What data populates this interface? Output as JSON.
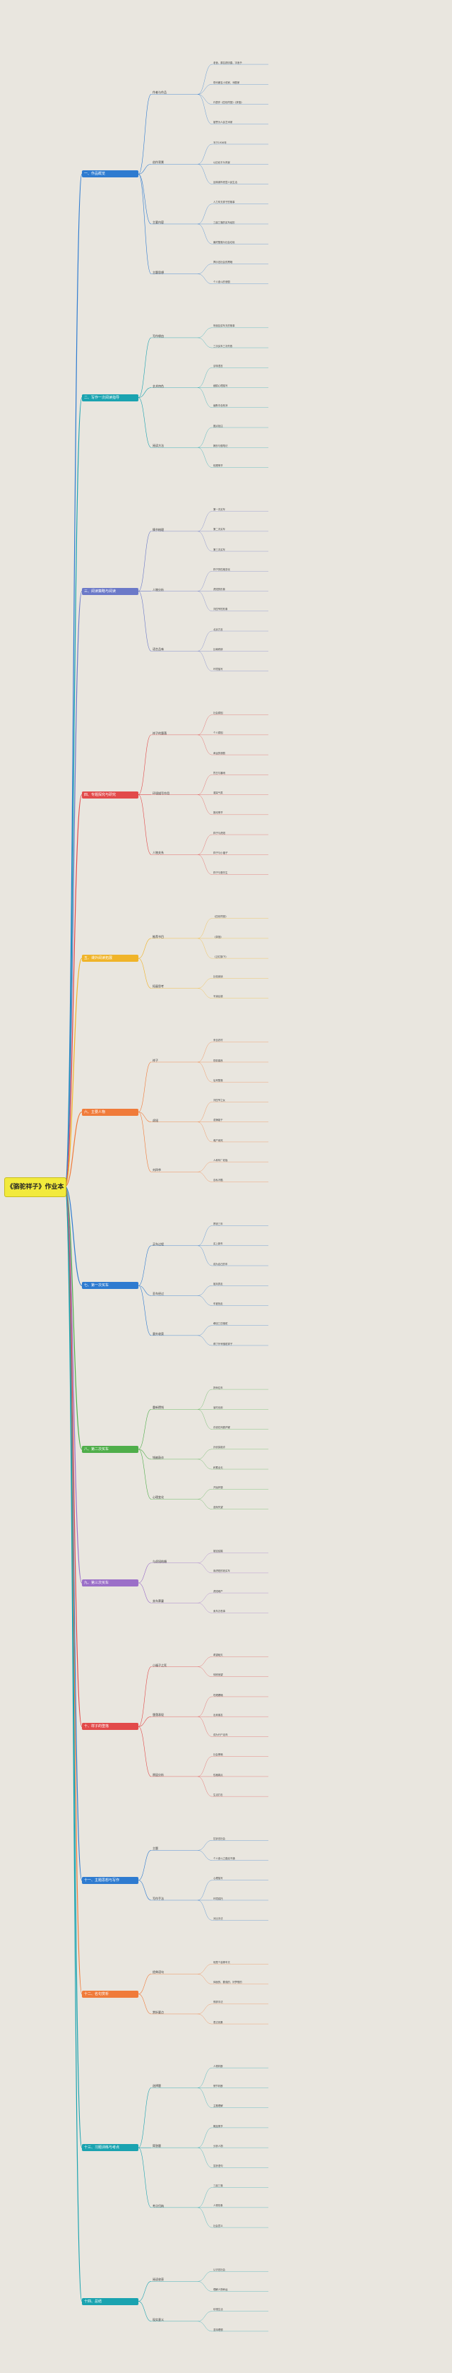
{
  "title": "《骆驼祥子》作业本",
  "colors": {
    "background": "#e9e6df",
    "root": "#f2ea3c",
    "branch_1": "#2e7bd0",
    "branch_2": "#1aa3b0",
    "branch_3": "#6b79c8",
    "branch_4": "#e24a4a",
    "branch_5": "#f0b429",
    "branch_6": "#f07b3a",
    "branch_7": "#2e7bd0",
    "branch_8": "#4fae4a",
    "branch_9": "#9b6fc8",
    "branch_10": "#e24a4a",
    "branch_11": "#2e7bd0",
    "branch_12": "#f07b3a",
    "branch_13": "#1aa3b0",
    "branch_14": "#1aa3b0"
  },
  "branches": [
    {
      "label": "一、作品概览",
      "sections": [
        {
          "label": "作者与作品",
          "leaves": [
            "老舍，原名舒庆春，字舍予",
            "现代著名小说家、戏剧家",
            "代表作《四世同堂》《茶馆》",
            "被誉为人民艺术家"
          ]
        },
        {
          "label": "创作背景",
          "leaves": [
            "写于1936年",
            "以旧北平为背景",
            "反映城市底层人民生活"
          ]
        },
        {
          "label": "主要内容",
          "leaves": [
            "人力车夫祥子的故事",
            "三起三落的买车经历",
            "最终堕落为社会垃圾"
          ]
        },
        {
          "label": "主题思想",
          "leaves": [
            "揭示旧社会的黑暗",
            "个人奋斗的悲剧"
          ]
        }
      ]
    },
    {
      "label": "二、写作一次阅读指导",
      "sections": [
        {
          "label": "写作缘由",
          "leaves": [
            "听朋友讲车夫的故事",
            "三次买车三次失败"
          ]
        },
        {
          "label": "艺术特色",
          "leaves": [
            "京味语言",
            "细腻心理描写",
            "幽默中含悲凉"
          ]
        },
        {
          "label": "阅读方法",
          "leaves": [
            "圈点批注",
            "摘抄与做笔记",
            "梳理情节"
          ]
        }
      ]
    },
    {
      "label": "三、阅读策略与阅读",
      "sections": [
        {
          "label": "情节梳理",
          "leaves": [
            "第一次买车",
            "第二次买车",
            "第三次买车"
          ]
        },
        {
          "label": "人物分析",
          "leaves": [
            "祥子的性格变化",
            "虎妞的形象",
            "刘四爷的形象"
          ]
        },
        {
          "label": "语言品味",
          "leaves": [
            "北京方言",
            "比喻修辞",
            "环境描写"
          ]
        }
      ]
    },
    {
      "label": "四、专题探究与研究",
      "sections": [
        {
          "label": "祥子的堕落",
          "leaves": [
            "社会原因",
            "个人原因",
            "命运的悲剧"
          ]
        },
        {
          "label": "环境描写作用",
          "leaves": [
            "烈日与暴雨",
            "渲染气氛",
            "推动情节"
          ]
        },
        {
          "label": "人物关系",
          "leaves": [
            "祥子与虎妞",
            "祥子与小福子",
            "祥子与曹先生"
          ]
        }
      ]
    },
    {
      "label": "五、课外阅读拓展",
      "sections": [
        {
          "label": "推荐书目",
          "leaves": [
            "《四世同堂》",
            "《茶馆》",
            "《正红旗下》"
          ]
        },
        {
          "label": "拓展思考",
          "leaves": [
            "比较阅读",
            "写读后感"
          ]
        }
      ]
    },
    {
      "label": "六、主要人物",
      "sections": [
        {
          "label": "祥子",
          "leaves": [
            "来自农村",
            "勤劳善良",
            "后来堕落"
          ]
        },
        {
          "label": "虎妞",
          "leaves": [
            "刘四爷之女",
            "泼辣能干",
            "难产而死"
          ]
        },
        {
          "label": "刘四爷",
          "leaves": [
            "人和车厂老板",
            "自私冷酷"
          ]
        }
      ]
    },
    {
      "label": "七、第一次买车",
      "sections": [
        {
          "label": "买车过程",
          "leaves": [
            "攒钱三年",
            "买上新车",
            "成为自己的车"
          ]
        },
        {
          "label": "丢车经过",
          "leaves": [
            "被兵抓走",
            "车被抢走"
          ]
        },
        {
          "label": "意外收获",
          "leaves": [
            "牵回三匹骆驼",
            "得了外号骆驼祥子"
          ]
        }
      ]
    },
    {
      "label": "八、第二次买车",
      "sections": [
        {
          "label": "重新攒钱",
          "leaves": [
            "拼命拉车",
            "省吃俭用",
            "存钱在闷葫芦罐"
          ]
        },
        {
          "label": "钱被敲诈",
          "leaves": [
            "孙侦探敲诈",
            "积蓄全无"
          ]
        },
        {
          "label": "心理变化",
          "leaves": [
            "开始怀疑",
            "逐渐失望"
          ]
        }
      ]
    },
    {
      "label": "九、第三次买车",
      "sections": [
        {
          "label": "与虎妞结婚",
          "leaves": [
            "被迫结婚",
            "用虎妞的钱买车"
          ]
        },
        {
          "label": "卖车葬妻",
          "leaves": [
            "虎妞难产",
            "卖车办丧事"
          ]
        }
      ]
    },
    {
      "label": "十、祥子的堕落",
      "sections": [
        {
          "label": "小福子之死",
          "leaves": [
            "希望破灭",
            "彻底绝望"
          ]
        },
        {
          "label": "堕落表现",
          "leaves": [
            "吃喝嫖赌",
            "出卖朋友",
            "成为行尸走肉"
          ]
        },
        {
          "label": "原因分析",
          "leaves": [
            "社会黑暗",
            "性格弱点",
            "生活打击"
          ]
        }
      ]
    },
    {
      "label": "十一、主题思想与写作",
      "sections": [
        {
          "label": "主题",
          "leaves": [
            "控诉旧社会",
            "个人奋斗之路走不通"
          ]
        },
        {
          "label": "写作手法",
          "leaves": [
            "心理描写",
            "环境烘托",
            "对比手法"
          ]
        }
      ]
    },
    {
      "label": "十二、名句赏析",
      "sections": [
        {
          "label": "经典语句",
          "leaves": [
            "他是个高等车夫",
            "体面的、要强的、好梦想的"
          ]
        },
        {
          "label": "赏析要点",
          "leaves": [
            "修辞手法",
            "表达效果"
          ]
        }
      ]
    },
    {
      "label": "十三、习题训练与考点",
      "sections": [
        {
          "label": "选择题",
          "leaves": [
            "人物判断",
            "情节判断",
            "主题理解"
          ]
        },
        {
          "label": "简答题",
          "leaves": [
            "概括情节",
            "分析人物",
            "赏析语句"
          ]
        },
        {
          "label": "考点归纳",
          "leaves": [
            "三起三落",
            "人物形象",
            "社会意义"
          ]
        }
      ]
    },
    {
      "label": "十四、总结",
      "sections": [
        {
          "label": "阅读收获",
          "leaves": [
            "认识旧社会",
            "理解人物命运"
          ]
        },
        {
          "label": "现实意义",
          "leaves": [
            "珍惜生活",
            "坚持理想"
          ]
        }
      ]
    }
  ]
}
